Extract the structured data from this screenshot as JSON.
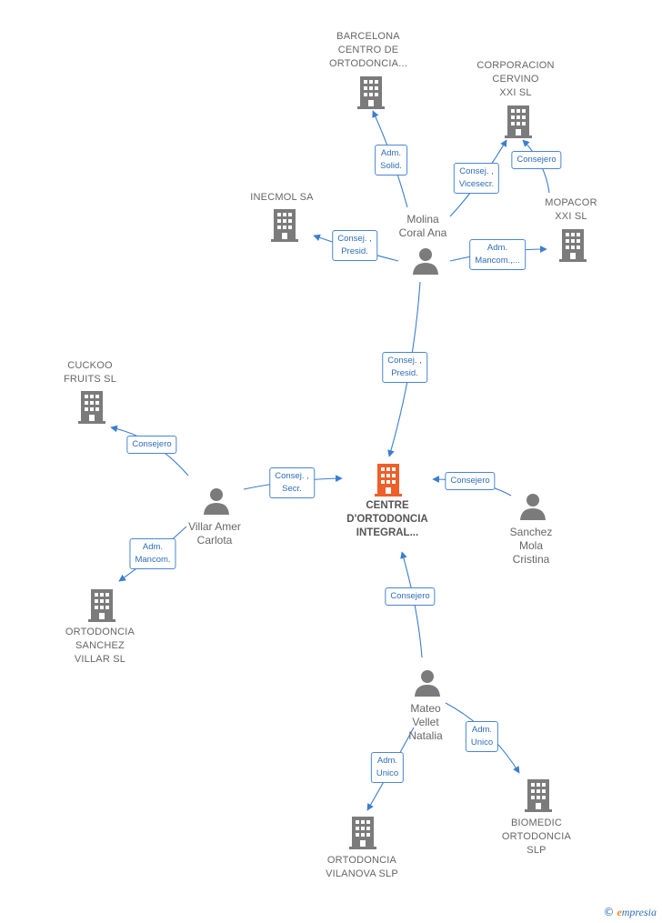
{
  "colors": {
    "company": "#7b7b7b",
    "main_company": "#ee5f2a",
    "person": "#7b7b7b",
    "edge": "#3b7dd0",
    "label_text": "#2e6db8"
  },
  "nodes": {
    "centre": {
      "label": "CENTRE\nD'ORTODONCIA\nINTEGRAL...",
      "type": "company-main",
      "icon": "building-icon"
    },
    "barcelona": {
      "label": "BARCELONA\nCENTRO DE\nORTODONCIA...",
      "type": "company",
      "icon": "building-icon"
    },
    "corporacion": {
      "label": "CORPORACION\nCERVINO\nXXI SL",
      "type": "company",
      "icon": "building-icon"
    },
    "inecmol": {
      "label": "INECMOL SA",
      "type": "company",
      "icon": "building-icon"
    },
    "mopacor": {
      "label": "MOPACOR\nXXI SL",
      "type": "company",
      "icon": "building-icon"
    },
    "cuckoo": {
      "label": "CUCKOO\nFRUITS  SL",
      "type": "company",
      "icon": "building-icon"
    },
    "ortodoncia_sv": {
      "label": "ORTODONCIA\nSANCHEZ\nVILLAR SL",
      "type": "company",
      "icon": "building-icon"
    },
    "ortodoncia_vilanova": {
      "label": "ORTODONCIA\nVILANOVA SLP",
      "type": "company",
      "icon": "building-icon"
    },
    "biomedic": {
      "label": "BIOMEDIC\nORTODONCIA\nSLP",
      "type": "company",
      "icon": "building-icon"
    },
    "molina": {
      "label": "Molina\nCoral Ana",
      "type": "person",
      "icon": "person-icon"
    },
    "villar": {
      "label": "Villar Amer\nCarlota",
      "type": "person",
      "icon": "person-icon"
    },
    "sanchez": {
      "label": "Sanchez\nMola\nCristina",
      "type": "person",
      "icon": "person-icon"
    },
    "mateo": {
      "label": "Mateo\nVellet\nNatalia",
      "type": "person",
      "icon": "person-icon"
    }
  },
  "relations": {
    "molina_barcelona": "Adm.\nSolid.",
    "molina_corporacion": "Consej. ,\nVicesecr.",
    "mopacor_corporacion": "Consejero",
    "molina_inecmol": "Consej. ,\nPresid.",
    "molina_mopacor": "Adm.\nMancom.,...",
    "molina_centre": "Consej. ,\nPresid.",
    "villar_cuckoo": "Consejero",
    "villar_centre": "Consej. ,\nSecr.",
    "villar_ortodoncia_sv": "Adm.\nMancom.",
    "sanchez_centre": "Consejero",
    "mateo_centre": "Consejero",
    "mateo_vilanova": "Adm.\nUnico",
    "mateo_biomedic": "Adm.\nUnico"
  },
  "brand": {
    "copyright": "©",
    "initial": "e",
    "name": "mpresia"
  }
}
